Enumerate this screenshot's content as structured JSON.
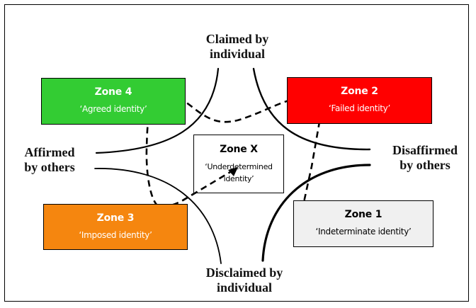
{
  "diagram": {
    "type": "identity-zones-model",
    "axes": {
      "top": "Claimed by individual",
      "top_lines": [
        "Claimed by",
        "individual"
      ],
      "left_lines": [
        "Affirmed",
        "by others"
      ],
      "right_lines": [
        "Disaffirmed",
        "by others"
      ],
      "bottom_lines": [
        "Disclaimed by",
        "individual"
      ]
    },
    "zones": {
      "zone4": {
        "title": "Zone 4",
        "subtitle": "‘Agreed identity’",
        "color": "#33CC33",
        "text_color": "#FFFFFF"
      },
      "zone2": {
        "title": "Zone 2",
        "subtitle": "‘Failed identity’",
        "color": "#FF0000",
        "text_color": "#FFFFFF"
      },
      "zoneX": {
        "title": "Zone X",
        "subtitle_lines": [
          "‘Underdetermined",
          "identity’"
        ],
        "color": "#FFFFFF",
        "text_color": "#000000"
      },
      "zone3": {
        "title": "Zone 3",
        "subtitle": "‘Imposed identity’",
        "color": "#F5860F",
        "text_color": "#FFFFFF"
      },
      "zone1": {
        "title": "Zone 1",
        "subtitle": "‘Indeterminate identity’",
        "color": "#F0F0F0",
        "text_color": "#000000"
      }
    },
    "path": {
      "style": "dashed",
      "description": "Trajectory from Zone 1 through Zone 2, Zone 4, Zone 3 ending with arrow into Zone X",
      "sequence": [
        "Zone 1",
        "Zone 2",
        "Zone 4",
        "Zone 3",
        "Zone X"
      ]
    },
    "line_color": "#000000"
  }
}
